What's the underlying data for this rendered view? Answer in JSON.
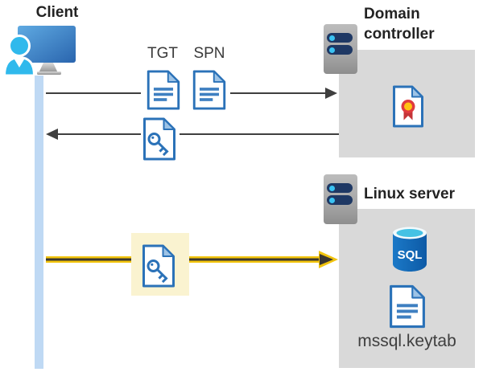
{
  "client": {
    "label": "Client"
  },
  "flows": {
    "tgt_label": "TGT",
    "spn_label": "SPN"
  },
  "domain_controller": {
    "label": "Domain controller"
  },
  "linux_server": {
    "label": "Linux server",
    "sql_badge": "SQL",
    "keytab_label": "mssql.keytab"
  },
  "icons": {
    "client": "user-at-monitor-icon",
    "ticket_documents": "document-icon",
    "service_ticket": "key-document-icon",
    "domain_controller": "server-icon",
    "certificate": "certificate-document-icon",
    "linux_server": "server-icon",
    "database": "sql-database-icon",
    "keytab_file": "document-icon"
  },
  "colors": {
    "doc_border_blue": "#2B72B8",
    "doc_line_blue": "#3E7FC1",
    "fold_blue": "#9DC3E6",
    "person_cyan": "#30B9EC",
    "monitor_blue": "#3C7FC4",
    "lifeline_blue": "#BFD9F4",
    "panel_gray": "#D9D9D9",
    "server_pill_navy": "#1E3864",
    "server_dot_cyan": "#3AC3F3",
    "sql_body_blue": "#1169B8",
    "sql_top_cyan": "#45C2E4",
    "cert_red": "#D6373B",
    "cert_gold": "#FFC212",
    "arrow_gray": "#3F3F3F",
    "arrow_yellow": "#F2C40D",
    "highlight_yellow": "#FAF3D0"
  }
}
